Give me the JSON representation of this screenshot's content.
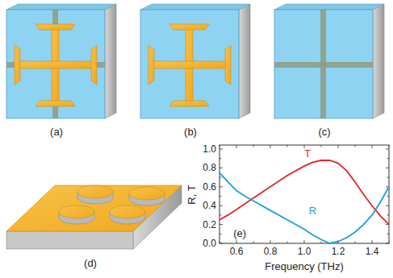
{
  "diagram": {
    "labels": [
      "(a)",
      "(b)",
      "(c)",
      "(d)",
      "R, T",
      "1.0",
      "0.8",
      "0.6",
      "0.4",
      "0.2",
      "0.0",
      "T",
      "R",
      "(e)",
      "0.6",
      "0.8",
      "1.0",
      "1.2",
      "1.4",
      "Frequency (THz)"
    ]
  }
}
